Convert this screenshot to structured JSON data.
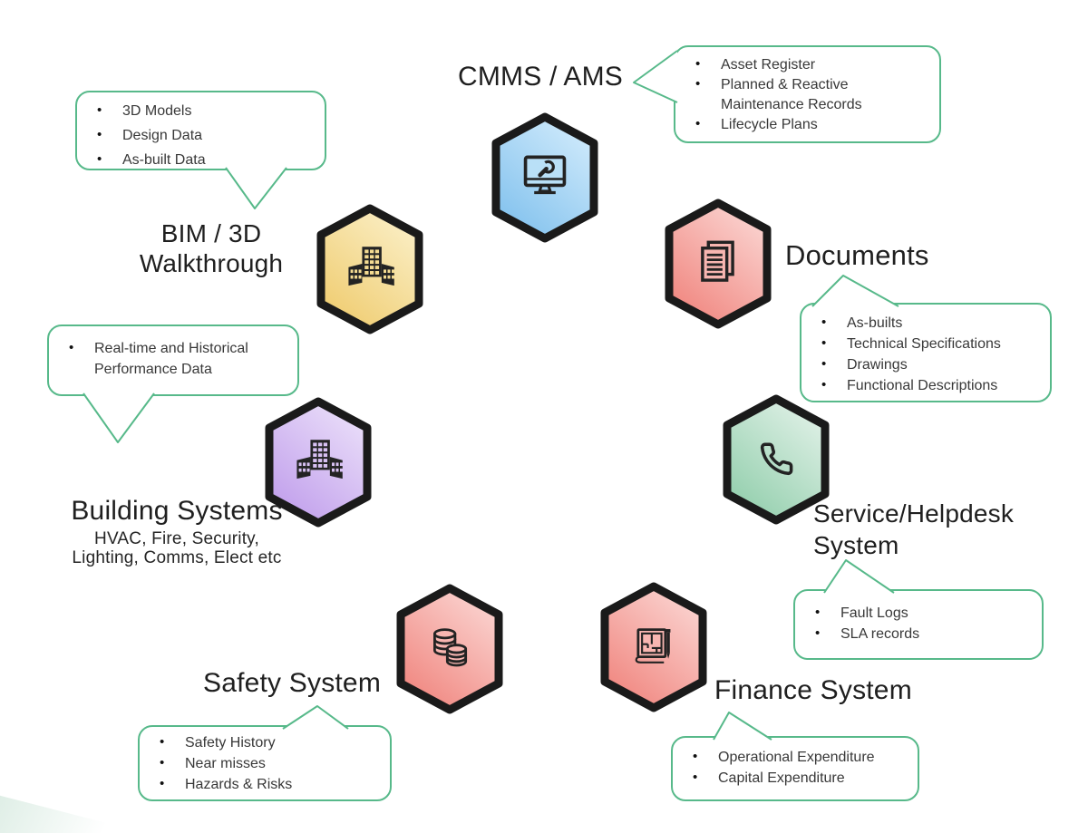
{
  "colors": {
    "callout_border": "#57b98a",
    "hexagon_border": "#1a1a1a",
    "icon_stroke": "#232323",
    "label_text": "#1f1f1f",
    "bullet_text": "#383838",
    "hex_blue_light": "#d3ecfc",
    "hex_blue_dark": "#7fc0ed",
    "hex_red_light": "#fbd7d4",
    "hex_red_dark": "#f0837c",
    "hex_yellow_light": "#fbf0c9",
    "hex_yellow_dark": "#efcb6d",
    "hex_purple_light": "#ece1fa",
    "hex_purple_dark": "#bf9ceb",
    "hex_green_light": "#e3f2e9",
    "hex_green_dark": "#8fcdaa"
  },
  "nodes": {
    "cmms": {
      "label": "CMMS / AMS",
      "icon": "monitor-wrench-icon",
      "color": "blue"
    },
    "bim": {
      "label_line1": "BIM / 3D",
      "label_line2": "Walkthrough",
      "icon": "building-3d-icon",
      "color": "yellow"
    },
    "documents": {
      "label": "Documents",
      "icon": "stacked-documents-icon",
      "color": "red"
    },
    "building": {
      "label": "Building Systems",
      "subtitle_line1": "HVAC, Fire, Security,",
      "subtitle_line2": "Lighting, Comms, Elect etc",
      "icon": "building-3d-icon",
      "color": "purple"
    },
    "service": {
      "label_line1": "Service/Helpdesk",
      "label_line2": "System",
      "icon": "phone-handset-icon",
      "color": "green"
    },
    "safety": {
      "label": "Safety System",
      "icon": "coin-stacks-icon",
      "color": "red"
    },
    "finance": {
      "label": "Finance System",
      "icon": "blueprint-pen-icon",
      "color": "red"
    }
  },
  "callouts": {
    "cmms": {
      "items": [
        "Asset Register",
        "Planned & Reactive Maintenance Records",
        "Lifecycle Plans"
      ]
    },
    "bim": {
      "items": [
        "3D Models",
        "Design Data",
        "As-built Data"
      ]
    },
    "documents": {
      "items": [
        "As-builts",
        "Technical Specifications",
        "Drawings",
        "Functional Descriptions"
      ]
    },
    "building": {
      "items": [
        "Real-time and Historical Performance Data"
      ]
    },
    "service": {
      "items": [
        "Fault Logs",
        "SLA records"
      ]
    },
    "safety": {
      "items": [
        "Safety History",
        "Near misses",
        "Hazards & Risks"
      ]
    },
    "finance": {
      "items": [
        "Operational Expenditure",
        "Capital Expenditure"
      ]
    }
  }
}
